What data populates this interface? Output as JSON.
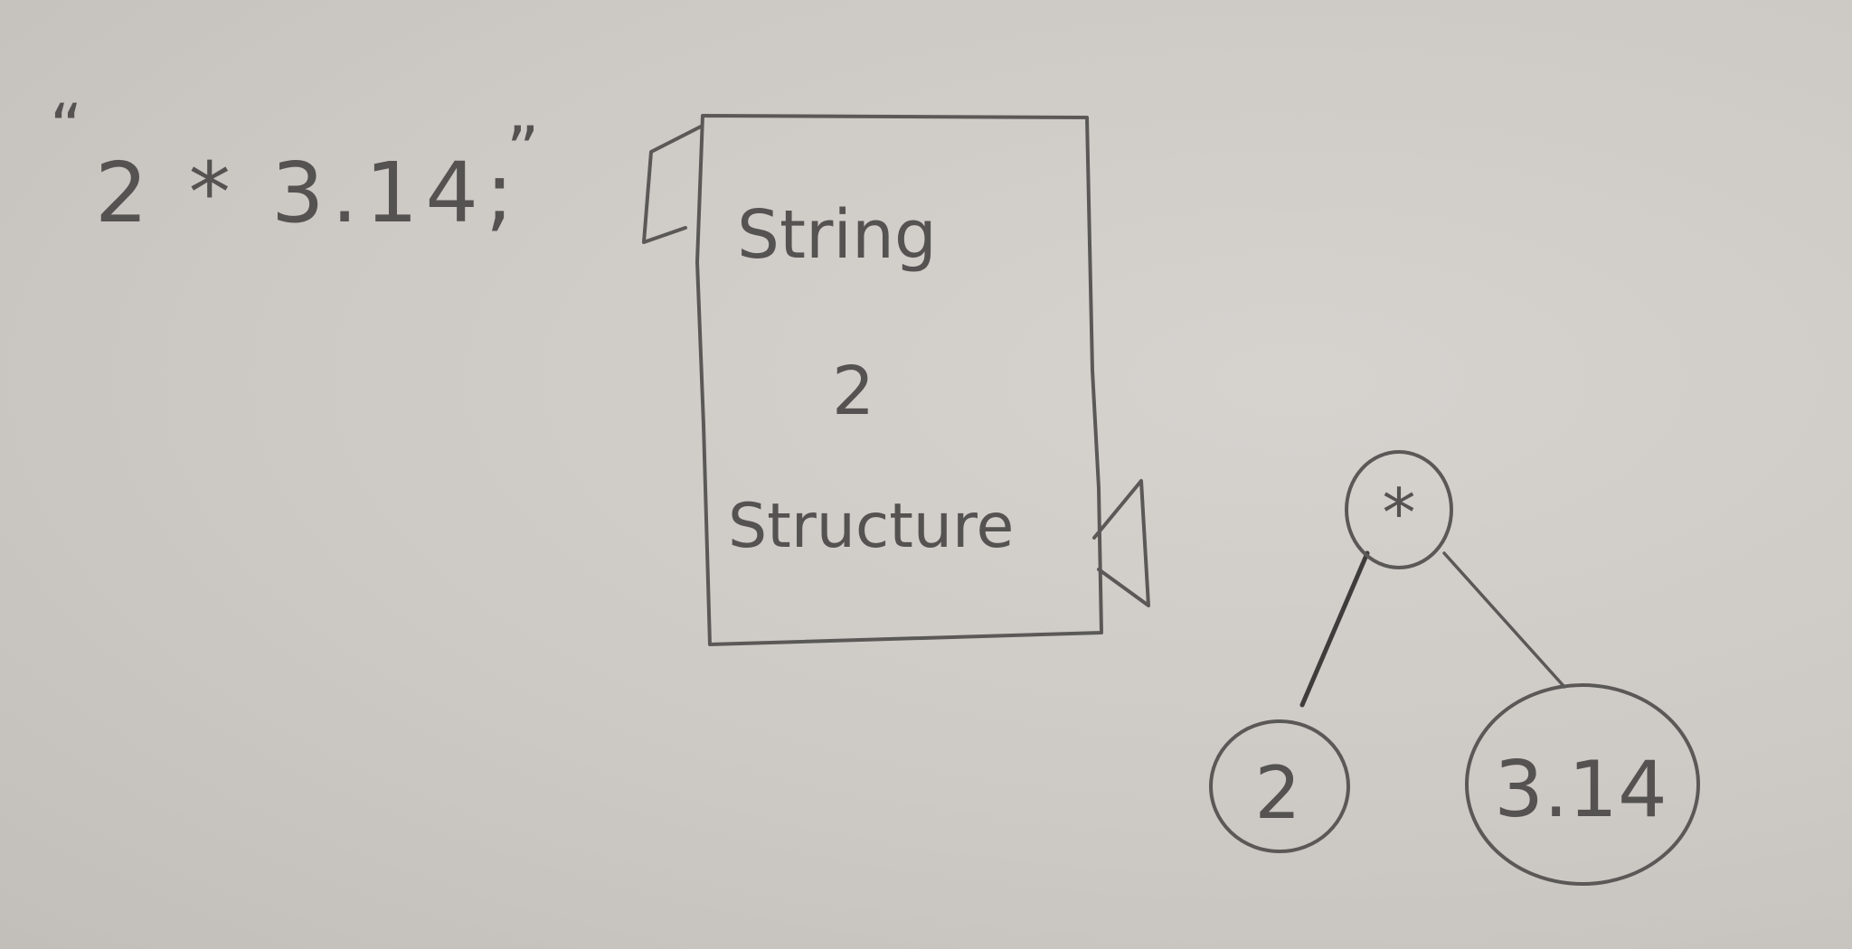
{
  "expression": {
    "text": "2 * 3.14;",
    "open_quote": "“",
    "close_quote": "”"
  },
  "converter_box": {
    "line1": "String",
    "line2": "2",
    "line3": "Structure"
  },
  "tree": {
    "root": "*",
    "left": "2",
    "right": "3.14"
  },
  "colors": {
    "paper": "#cfcbc7",
    "pencil": "#5b5957"
  }
}
